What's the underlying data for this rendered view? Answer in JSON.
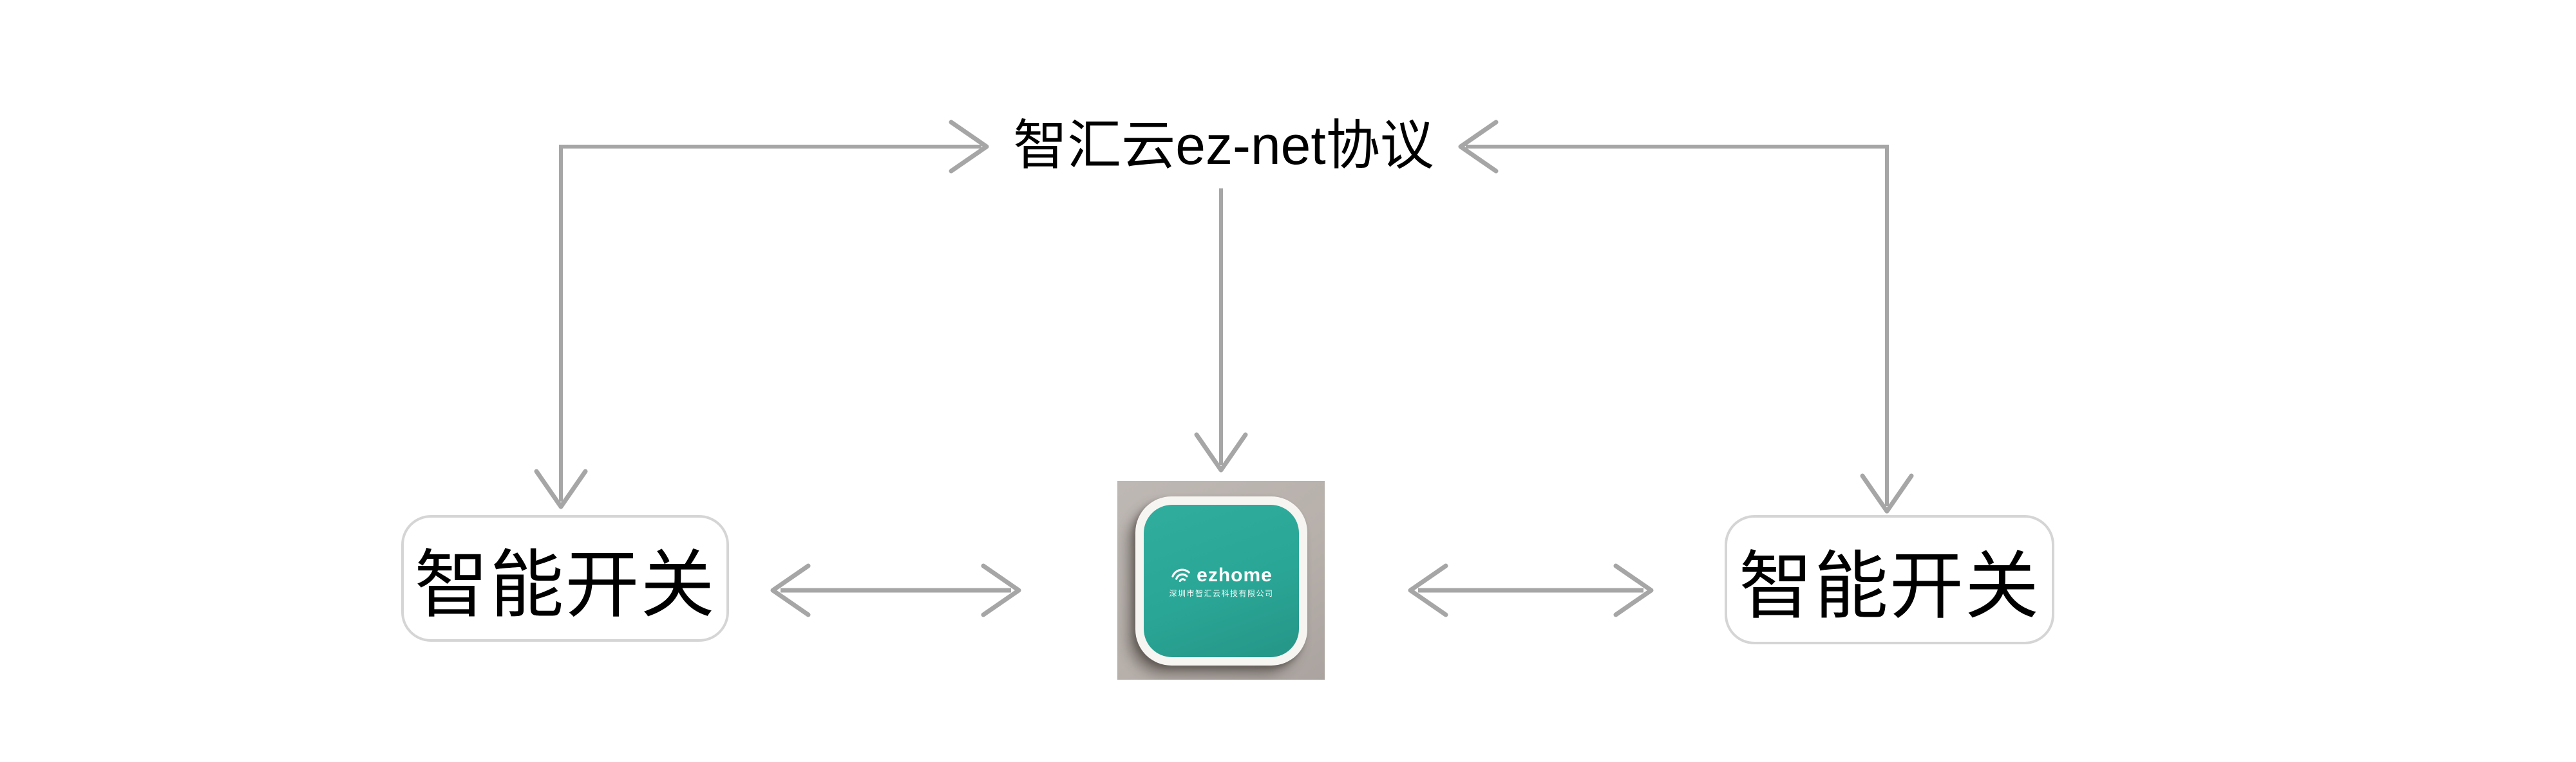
{
  "diagram": {
    "protocol_label": "智汇云ez-net协议",
    "left_switch_label": "智能开关",
    "right_switch_label": "智能开关",
    "gateway": {
      "brand": "ezhome",
      "company": "深圳市智汇云科技有限公司",
      "icon": "wifi-arcs-icon"
    },
    "connections": {
      "left_switch_to_protocol": "arrow-up-right-into-title-and-down-into-left-switch",
      "right_switch_to_protocol": "arrow-up-left-into-title-and-down-into-right-switch",
      "protocol_to_gateway": "arrow-down-into-gateway",
      "left_switch_to_gateway": "bidirectional-horizontal-arrow",
      "right_switch_to_gateway": "bidirectional-horizontal-arrow"
    },
    "colors": {
      "arrow": "#a6a6a6",
      "box_border": "#d5d5d5",
      "text": "#000000",
      "photo_background": "#b7b0ab",
      "device_face": "#2aa696",
      "device_rim": "#f7f5f2",
      "canvas": "#ffffff"
    }
  }
}
